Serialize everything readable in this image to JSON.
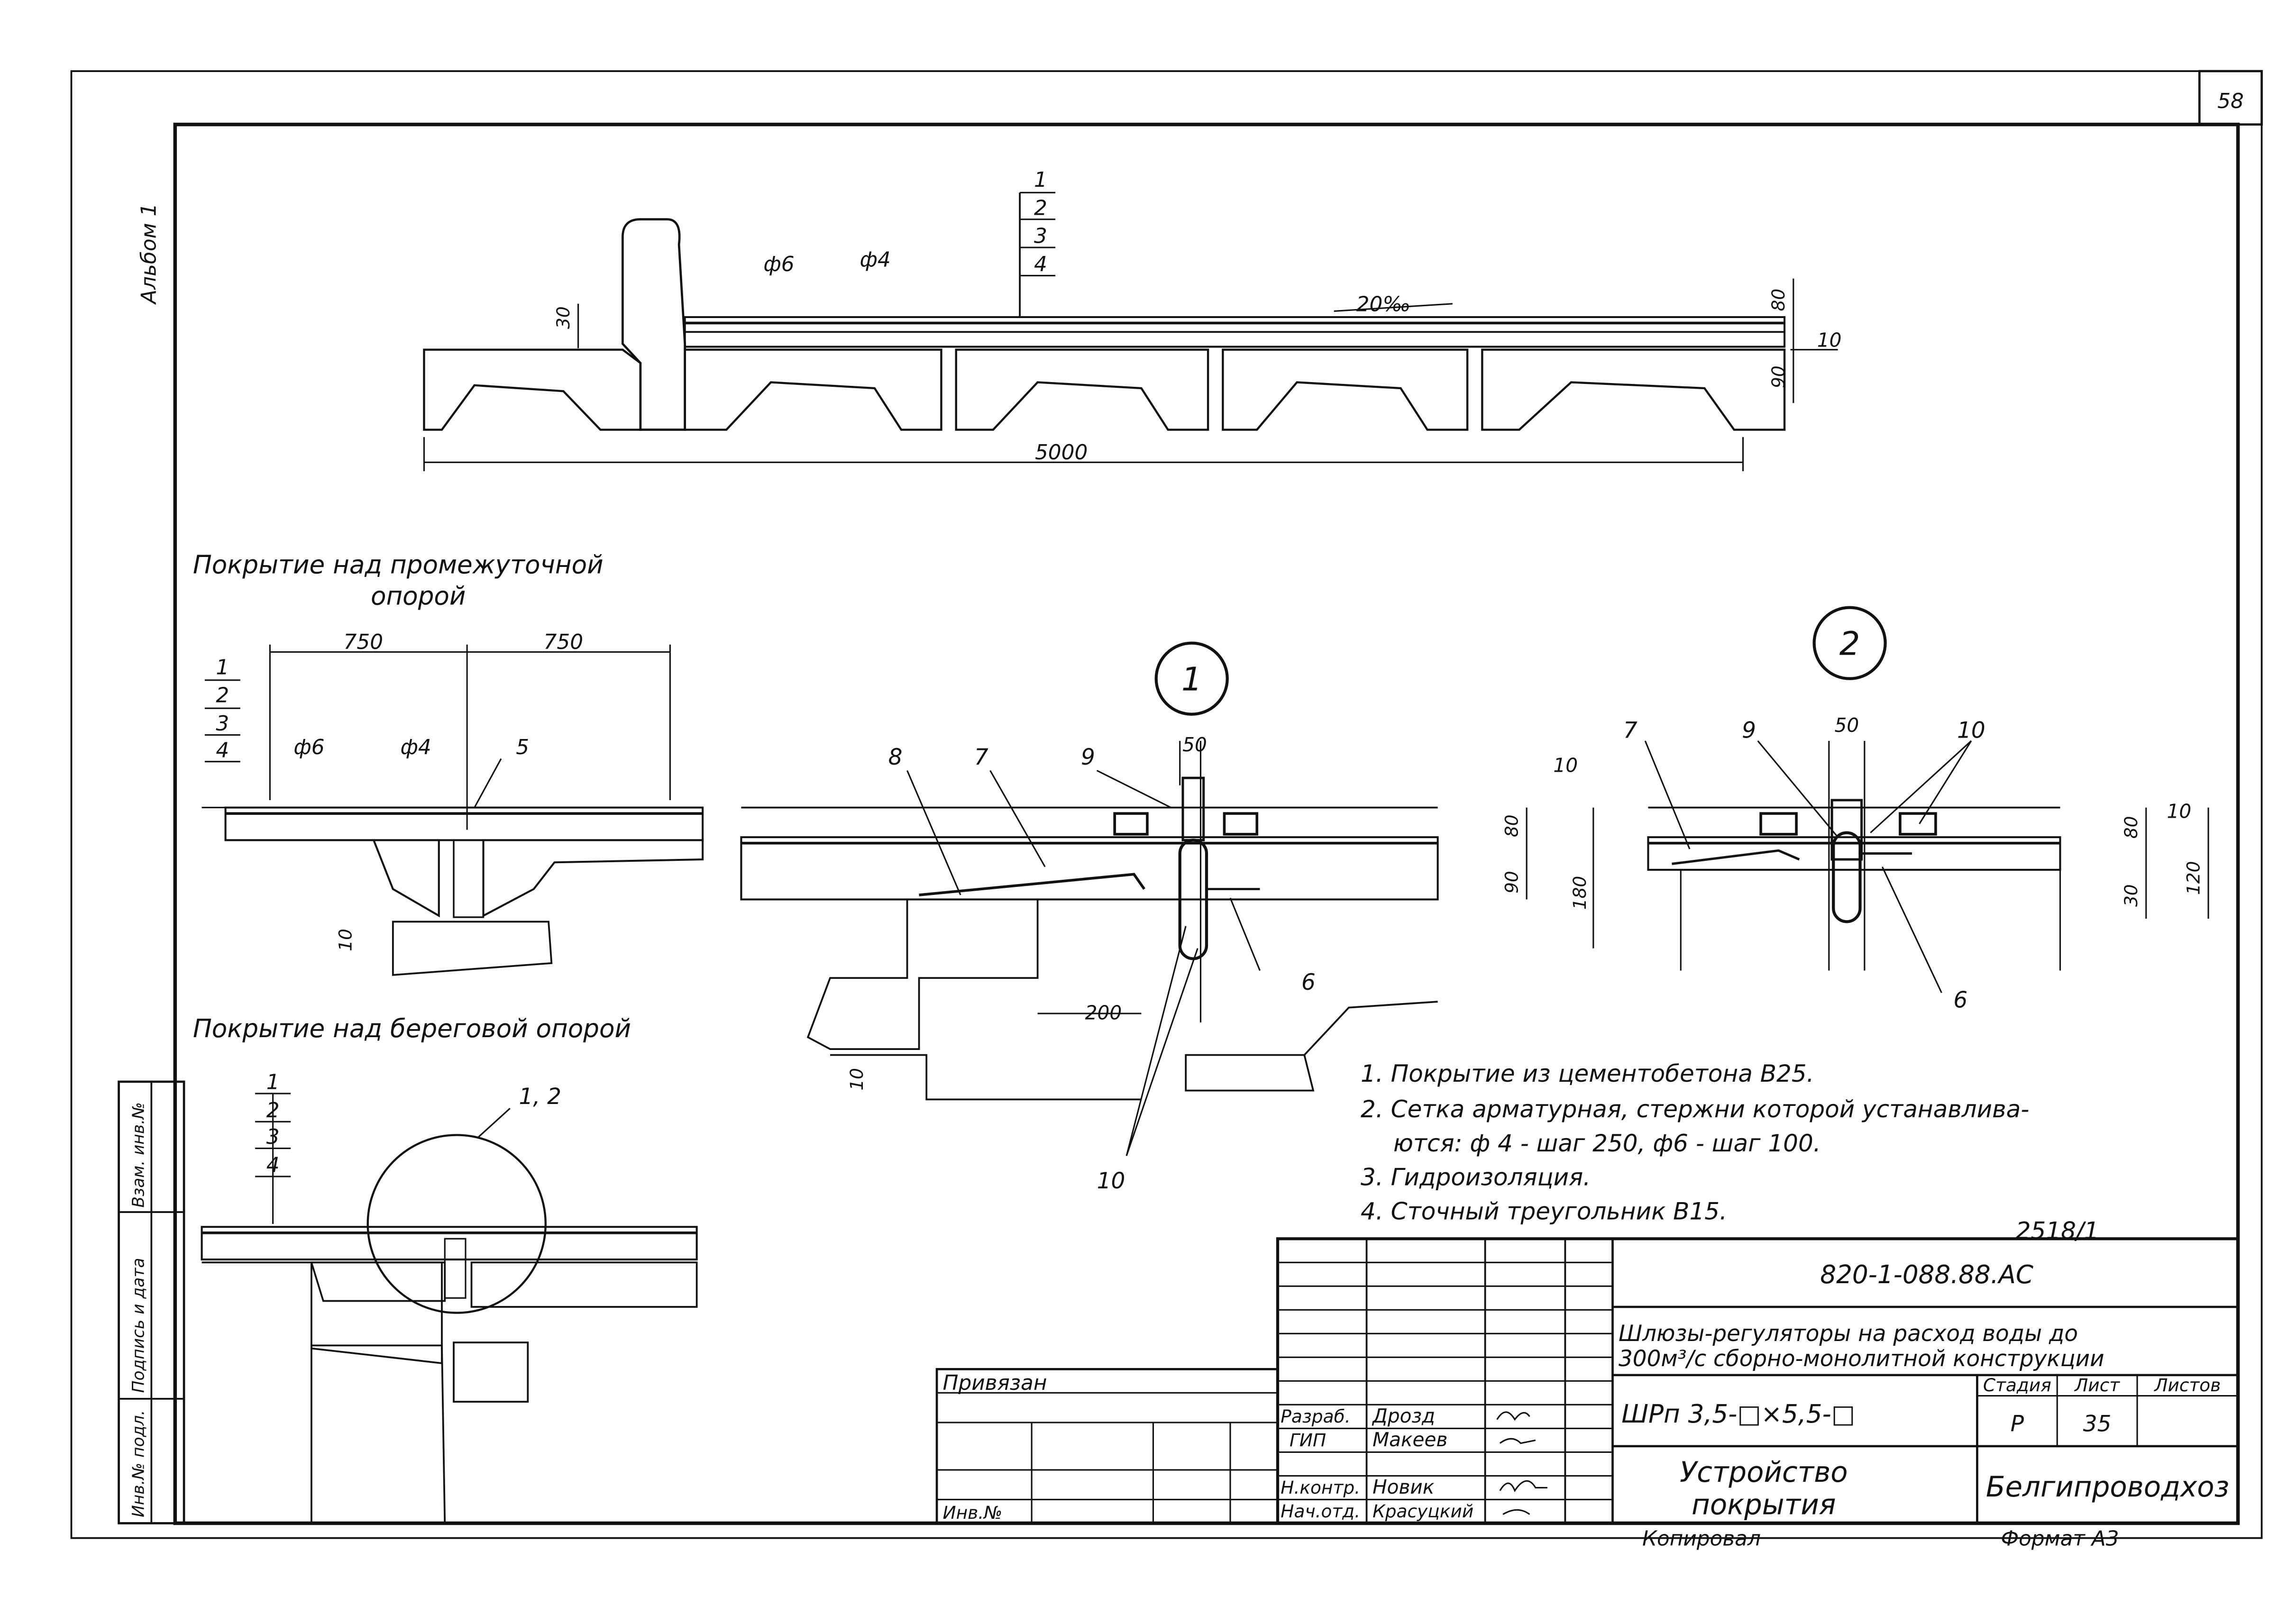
{
  "sheet": {
    "page_number": "58",
    "album_label": "Альбом 1",
    "stamp_number": "2518/1",
    "left_margin_labels": [
      "Инв.№ подл.",
      "Подпись и дата",
      "Взам. инв.№"
    ]
  },
  "main_section": {
    "layer_labels": [
      "1",
      "2",
      "3",
      "4"
    ],
    "rebar_labels": [
      "ф6",
      "ф4"
    ],
    "slope": "20‰",
    "dims": {
      "d30": "30",
      "d80": "80",
      "d10": "10",
      "d90": "90",
      "length": "5000"
    }
  },
  "section_intermediate": {
    "title_line1": "Покрытие над промежуточной",
    "title_line2": "опорой",
    "layer_labels": [
      "1",
      "2",
      "3",
      "4"
    ],
    "dims": {
      "left": "750",
      "right": "750",
      "bottom": "10"
    },
    "rebar_labels": [
      "ф6",
      "ф4"
    ],
    "callout": "5"
  },
  "section_bank": {
    "title": "Покрытие над береговой опорой",
    "layer_labels": [
      "1",
      "2",
      "3",
      "4"
    ],
    "callout": "1, 2"
  },
  "detail1": {
    "marker": "1",
    "callouts": [
      "8",
      "7",
      "9",
      "6",
      "10"
    ],
    "dims": {
      "gap": "50",
      "d10": "10",
      "d80": "80",
      "d90": "90",
      "d180": "180",
      "d200": "200",
      "d10b": "10"
    }
  },
  "detail2": {
    "marker": "2",
    "callouts": [
      "7",
      "9",
      "10",
      "6"
    ],
    "dims": {
      "gap": "50",
      "d10": "10",
      "d80": "80",
      "d30": "30",
      "d120": "120"
    }
  },
  "notes": [
    "1. Покрытие из цементобетона В25.",
    "2. Сетка арматурная, стержни которой устанавлива-",
    "ются: ф 4 - шаг 250, ф6 - шаг 100.",
    "3. Гидроизоляция.",
    "4. Сточный треугольник В15."
  ],
  "title_block": {
    "doc_code": "820-1-088.88.АС",
    "description_line1": "Шлюзы-регуляторы на расход воды до",
    "description_line2": "300м³/с сборно-монолитной конструкции",
    "mark": "ШРп 3,5-□×5,5-□",
    "stage_header": "Стадия",
    "sheet_header": "Лист",
    "sheets_header": "Листов",
    "stage": "Р",
    "sheet": "35",
    "sheet_title_line1": "Устройство",
    "sheet_title_line2": "покрытия",
    "organization": "Белгипроводхоз",
    "privyazan": "Привязан",
    "inv_no": "Инв.№",
    "roles": [
      "Разраб.",
      "ГИП",
      "Н.контр.",
      "Нач.отд."
    ],
    "names": [
      "Дрозд",
      "Макеев",
      "Новик",
      "Красуцкий"
    ],
    "copied": "Копировал",
    "format": "Формат А3"
  }
}
